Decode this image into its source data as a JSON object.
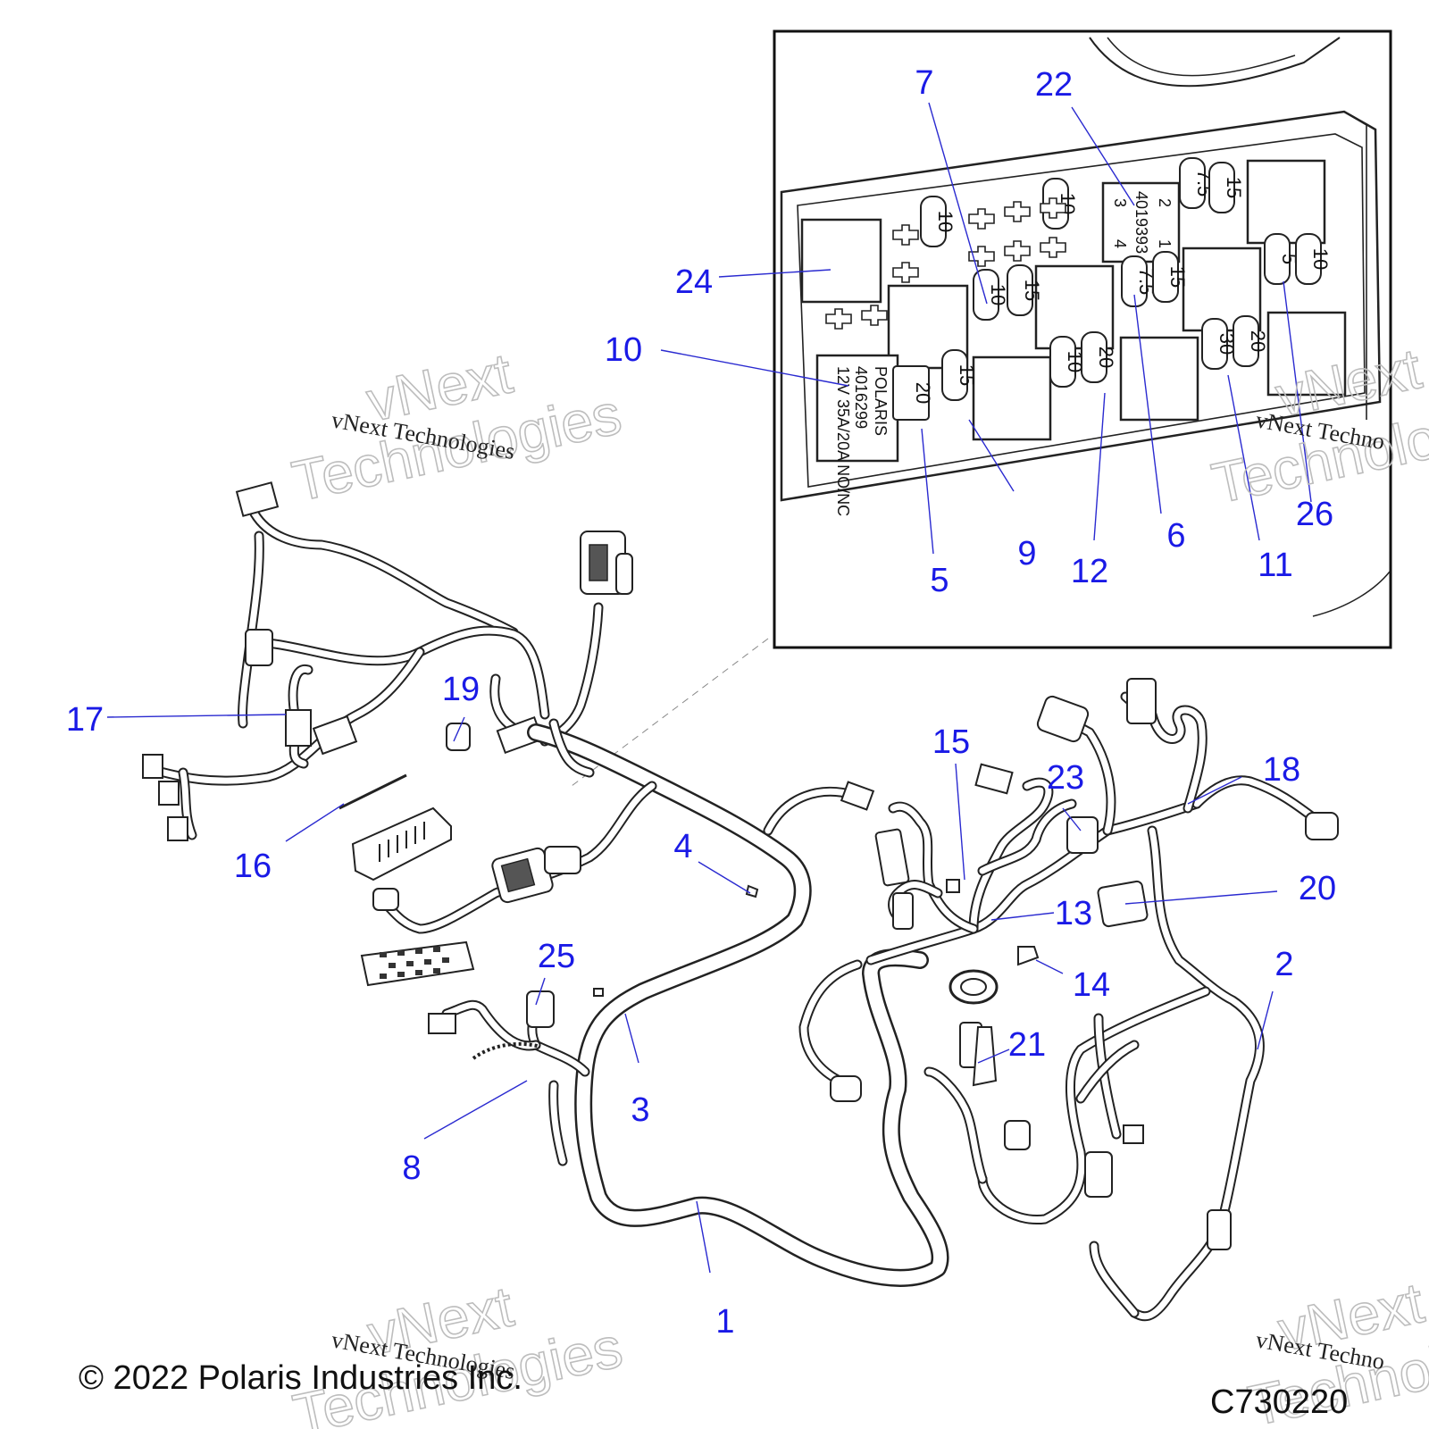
{
  "diagram": {
    "callouts": [
      {
        "id": "1",
        "label": "1"
      },
      {
        "id": "2",
        "label": "2"
      },
      {
        "id": "3",
        "label": "3"
      },
      {
        "id": "4",
        "label": "4"
      },
      {
        "id": "5",
        "label": "5"
      },
      {
        "id": "6",
        "label": "6"
      },
      {
        "id": "7",
        "label": "7"
      },
      {
        "id": "8",
        "label": "8"
      },
      {
        "id": "9",
        "label": "9"
      },
      {
        "id": "10",
        "label": "10"
      },
      {
        "id": "11",
        "label": "11"
      },
      {
        "id": "12",
        "label": "12"
      },
      {
        "id": "13",
        "label": "13"
      },
      {
        "id": "14",
        "label": "14"
      },
      {
        "id": "15",
        "label": "15"
      },
      {
        "id": "16",
        "label": "16"
      },
      {
        "id": "17",
        "label": "17"
      },
      {
        "id": "18",
        "label": "18"
      },
      {
        "id": "19",
        "label": "19"
      },
      {
        "id": "20",
        "label": "20"
      },
      {
        "id": "21",
        "label": "21"
      },
      {
        "id": "22",
        "label": "22"
      },
      {
        "id": "23",
        "label": "23"
      },
      {
        "id": "24",
        "label": "24"
      },
      {
        "id": "25",
        "label": "25"
      },
      {
        "id": "26",
        "label": "26"
      }
    ],
    "fuse_box": {
      "fuse_ratings": [
        "10",
        "10",
        "7.5",
        "15",
        "10",
        "15",
        "7.5",
        "15",
        "5",
        "10",
        "15",
        "10",
        "20",
        "30",
        "20",
        "20"
      ],
      "relay_label": {
        "line1": "POLARIS",
        "line2": "4016299",
        "line3": "12V 35A/20A NO/NC"
      },
      "relay_label_22": {
        "part_no": "4019393",
        "pins": [
          "2",
          "1",
          "3",
          "4"
        ]
      }
    },
    "watermark": {
      "big_line1": "vNext",
      "big_line2": "Technologies",
      "small": "vNext Technologies",
      "small_right": "vNext Techno",
      "small_right_bottom": "vNext Techno",
      "big_right_line1": "vNext",
      "big_right_line2": "Technolo"
    },
    "copyright": "© 2022 Polaris Industries Inc.",
    "drawing_id": "C730220"
  }
}
